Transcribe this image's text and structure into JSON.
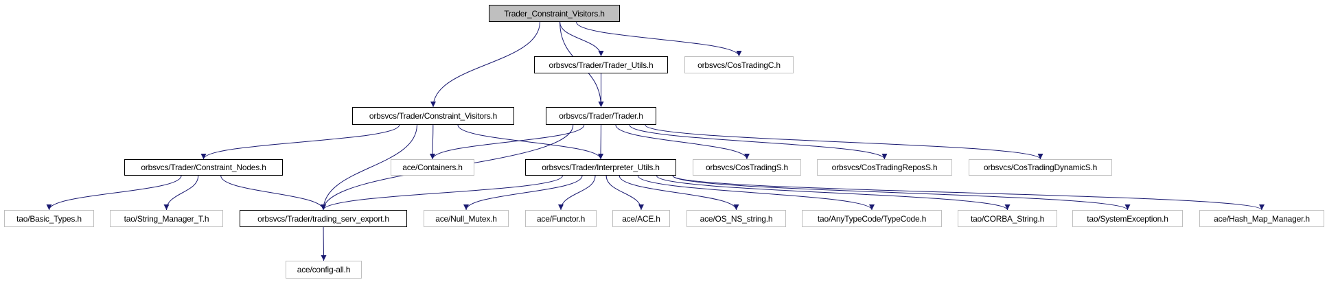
{
  "colors": {
    "edge": "#191970",
    "root_fill": "#bfbfbf",
    "undocumented_border": "#bfbfbf"
  },
  "nodes": [
    {
      "id": "root",
      "label": "Trader_Constraint_Visitors.h",
      "kind": "root"
    },
    {
      "id": "trader_utils",
      "label": "orbsvcs/Trader/Trader_Utils.h",
      "kind": "doc"
    },
    {
      "id": "costradingc",
      "label": "orbsvcs/CosTradingC.h",
      "kind": "ext"
    },
    {
      "id": "constraint_visitors",
      "label": "orbsvcs/Trader/Constraint_Visitors.h",
      "kind": "doc"
    },
    {
      "id": "trader",
      "label": "orbsvcs/Trader/Trader.h",
      "kind": "doc"
    },
    {
      "id": "constraint_nodes",
      "label": "orbsvcs/Trader/Constraint_Nodes.h",
      "kind": "doc"
    },
    {
      "id": "containers",
      "label": "ace/Containers.h",
      "kind": "ext"
    },
    {
      "id": "interpreter_utils",
      "label": "orbsvcs/Trader/Interpreter_Utils.h",
      "kind": "doc"
    },
    {
      "id": "costradings",
      "label": "orbsvcs/CosTradingS.h",
      "kind": "ext"
    },
    {
      "id": "costradingreposs",
      "label": "orbsvcs/CosTradingReposS.h",
      "kind": "ext"
    },
    {
      "id": "costradingdynamics",
      "label": "orbsvcs/CosTradingDynamicS.h",
      "kind": "ext"
    },
    {
      "id": "basic_types",
      "label": "tao/Basic_Types.h",
      "kind": "ext"
    },
    {
      "id": "string_manager",
      "label": "tao/String_Manager_T.h",
      "kind": "ext"
    },
    {
      "id": "trading_serv_export",
      "label": "orbsvcs/Trader/trading_serv_export.h",
      "kind": "doc"
    },
    {
      "id": "null_mutex",
      "label": "ace/Null_Mutex.h",
      "kind": "ext"
    },
    {
      "id": "functor",
      "label": "ace/Functor.h",
      "kind": "ext"
    },
    {
      "id": "ace",
      "label": "ace/ACE.h",
      "kind": "ext"
    },
    {
      "id": "os_ns_string",
      "label": "ace/OS_NS_string.h",
      "kind": "ext"
    },
    {
      "id": "typecode",
      "label": "tao/AnyTypeCode/TypeCode.h",
      "kind": "ext"
    },
    {
      "id": "corba_string",
      "label": "tao/CORBA_String.h",
      "kind": "ext"
    },
    {
      "id": "systemexception",
      "label": "tao/SystemException.h",
      "kind": "ext"
    },
    {
      "id": "hash_map_manager",
      "label": "ace/Hash_Map_Manager.h",
      "kind": "ext"
    },
    {
      "id": "config_all",
      "label": "ace/config-all.h",
      "kind": "ext"
    }
  ],
  "edges": [
    [
      "root",
      "constraint_visitors"
    ],
    [
      "root",
      "trader"
    ],
    [
      "root",
      "trader_utils"
    ],
    [
      "root",
      "costradingc"
    ],
    [
      "trader_utils",
      "trader"
    ],
    [
      "constraint_visitors",
      "constraint_nodes"
    ],
    [
      "constraint_visitors",
      "trading_serv_export"
    ],
    [
      "constraint_visitors",
      "containers"
    ],
    [
      "constraint_visitors",
      "interpreter_utils"
    ],
    [
      "trader",
      "containers"
    ],
    [
      "trader",
      "trading_serv_export"
    ],
    [
      "trader",
      "interpreter_utils"
    ],
    [
      "trader",
      "costradings"
    ],
    [
      "trader",
      "costradingreposs"
    ],
    [
      "trader",
      "costradingdynamics"
    ],
    [
      "constraint_nodes",
      "basic_types"
    ],
    [
      "constraint_nodes",
      "string_manager"
    ],
    [
      "constraint_nodes",
      "trading_serv_export"
    ],
    [
      "interpreter_utils",
      "trading_serv_export"
    ],
    [
      "interpreter_utils",
      "null_mutex"
    ],
    [
      "interpreter_utils",
      "functor"
    ],
    [
      "interpreter_utils",
      "ace"
    ],
    [
      "interpreter_utils",
      "os_ns_string"
    ],
    [
      "interpreter_utils",
      "typecode"
    ],
    [
      "interpreter_utils",
      "corba_string"
    ],
    [
      "interpreter_utils",
      "systemexception"
    ],
    [
      "interpreter_utils",
      "hash_map_manager"
    ],
    [
      "trading_serv_export",
      "config_all"
    ]
  ]
}
